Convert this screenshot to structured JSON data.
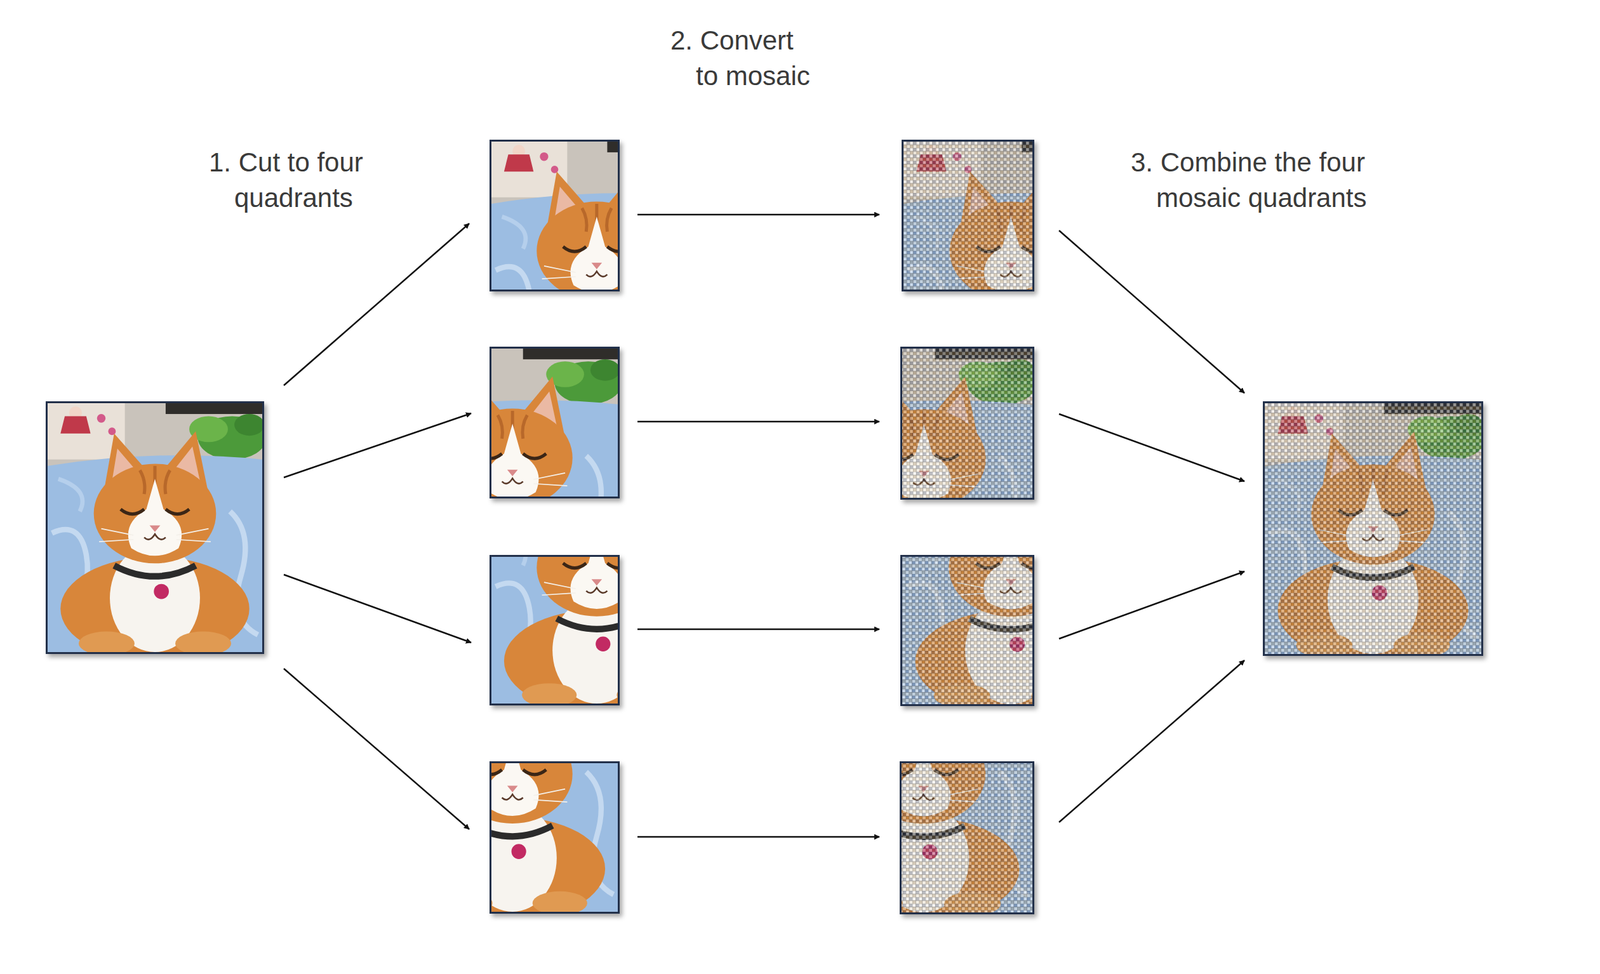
{
  "diagram": {
    "labels": [
      "1. Cut to four quadrants",
      "2. Convert to mosaic",
      "3. Combine the four mosaic quadrants"
    ]
  }
}
